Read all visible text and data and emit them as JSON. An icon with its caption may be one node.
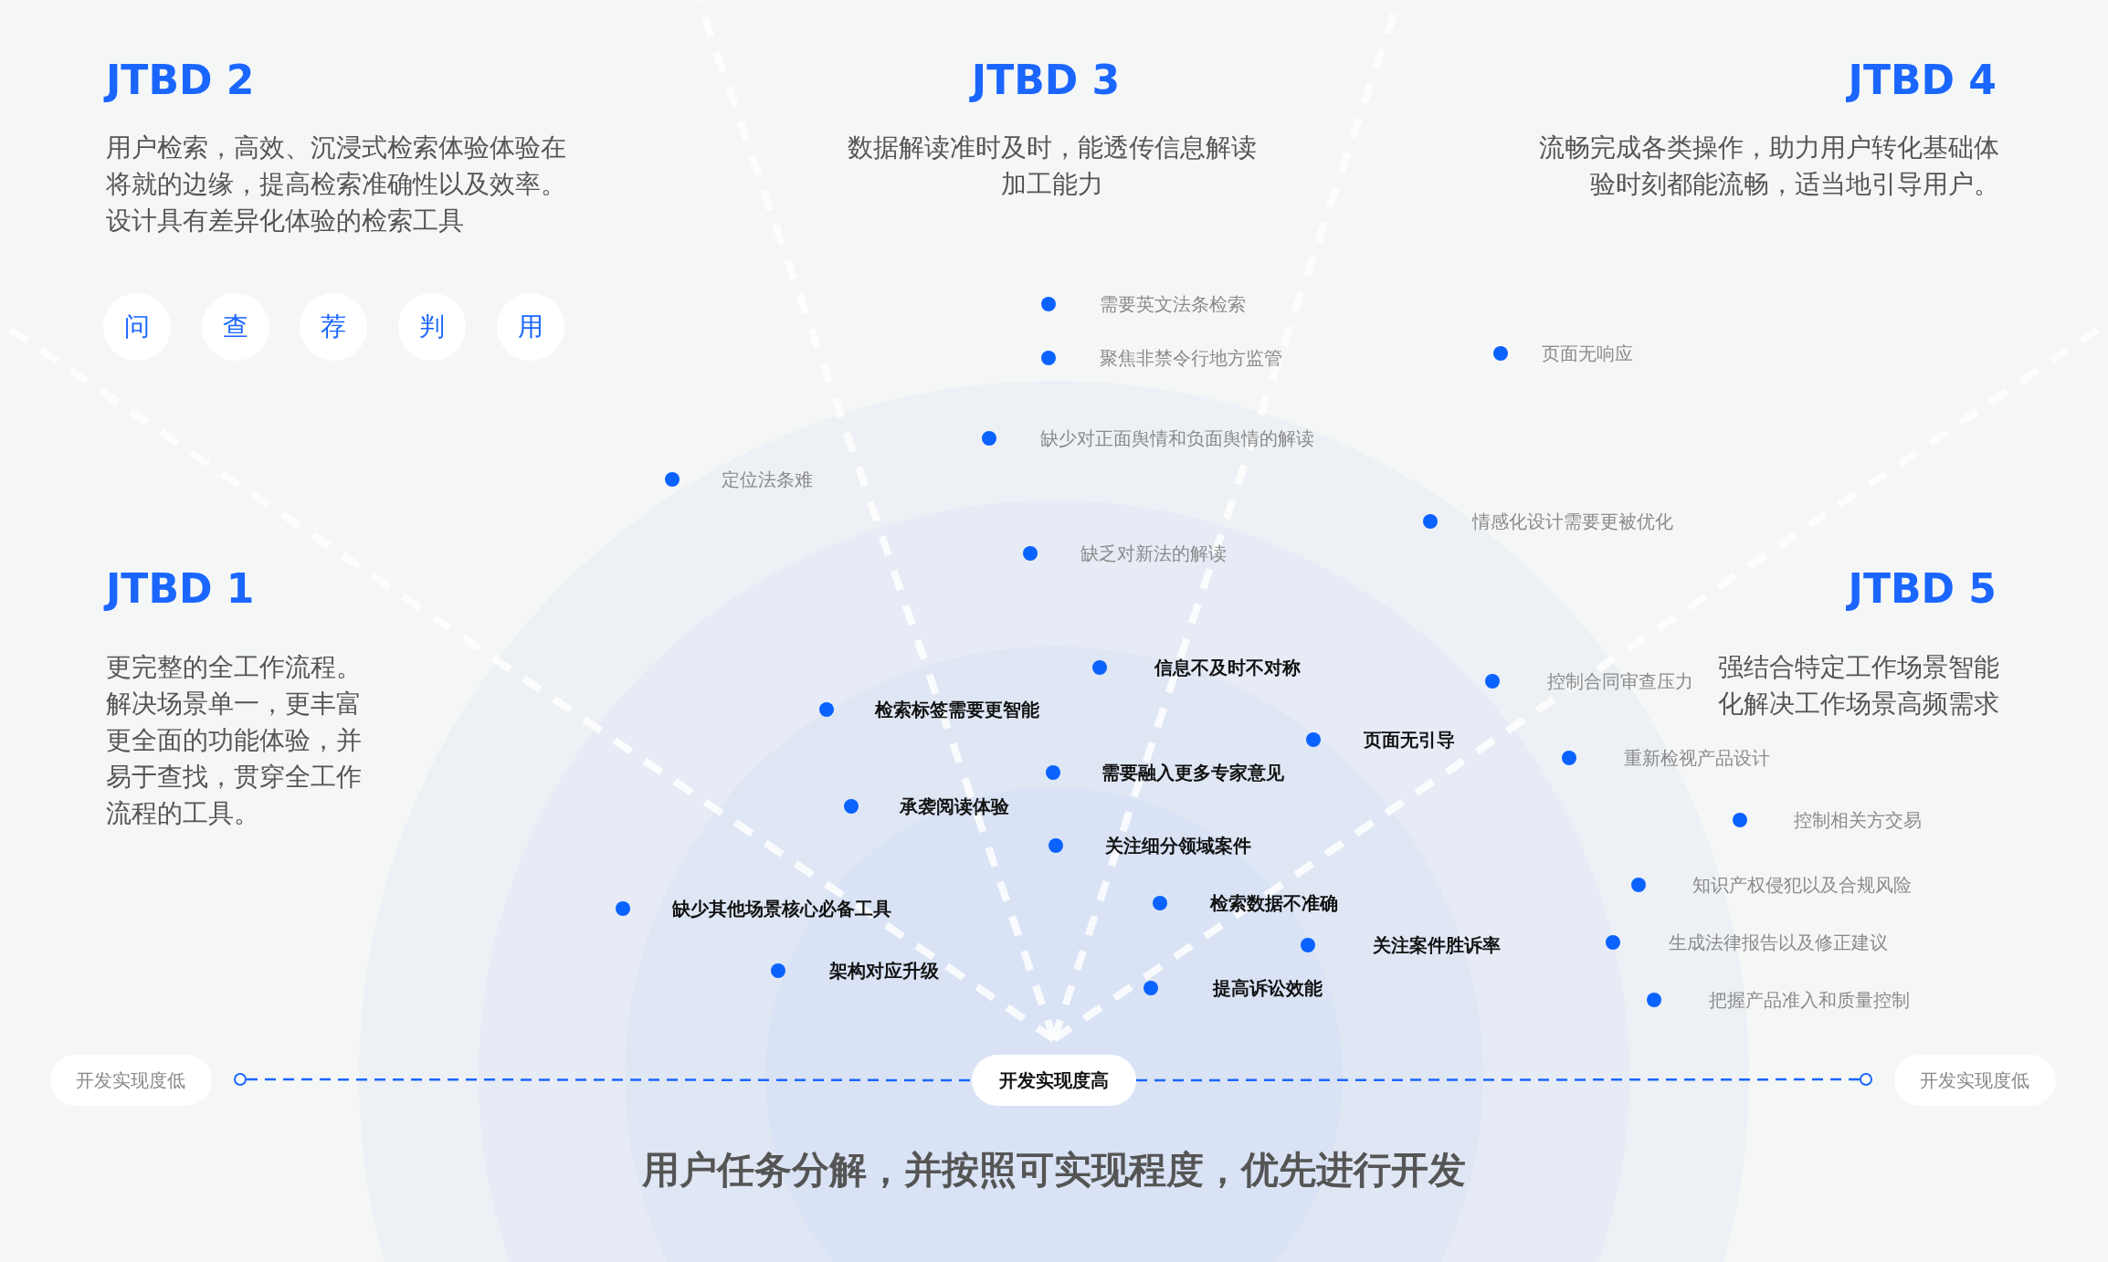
{
  "diagram": {
    "caption": "用户任务分解，并按照可实现程度，优先进行开发",
    "nodes": [
      {
        "text": [
          "问"
        ]
      },
      {
        "text": [
          "查"
        ]
      },
      {
        "text": [
          "荐"
        ]
      },
      {
        "text": [
          "判"
        ]
      },
      {
        "text": [
          "用"
        ]
      },
      {
        "text": [
          "开发实现度低"
        ]
      },
      {
        "text": [],
        "shape": "circle"
      },
      {
        "text": [
          "开发实现度高"
        ]
      },
      {
        "text": [],
        "shape": "circle"
      },
      {
        "text": [
          "开发实现度低"
        ]
      }
    ],
    "edges": [
      {
        "from": 6,
        "to": 7,
        "arrow": "none",
        "style": "dashed"
      },
      {
        "from": 7,
        "to": 8,
        "arrow": "none",
        "style": "dashed"
      }
    ],
    "labels": [
      "JTBD 2",
      "用户检索，高效、沉浸式检索体验体验在将就的边缘，提高检索准确性以及效率。设计具有差异化体验的检索工具",
      "JTBD 3",
      "数据解读准时及时，能透传信息解读加工能力",
      "JTBD 4",
      "流畅完成各类操作，助力用户转化基础体验时刻都能流畅，适当地引导用户。",
      "需要英文法条检索",
      "页面无响应",
      "聚焦非禁令行地方监管",
      "缺少对正面舆情和负面舆情的解读",
      "定位法条难",
      "情感化设计需要更被优化",
      "缺乏对新法的解读",
      "JTBD 1",
      "JTBD 5",
      "更完整的全工作流程。解决场景单一，更丰富更全面的功能体验，并易于查找，贯穿全工作流程的工具。",
      "信息不及时不对称",
      "控制合同审查压力",
      "强结合特定工作场景智能化解决工作场景高频需求",
      "检索标签需要更智能",
      "页面无引导",
      "重新检视产品设计",
      "需要融入更多专家意见",
      "承袭阅读体验",
      "控制相关方交易",
      "关注细分领域案件",
      "知识产权侵犯以及合规风险",
      "检索数据不准确",
      "缺少其他场景核心必备工具",
      "生成法律报告以及修正建议",
      "关注案件胜诉率",
      "架构对应升级",
      "提高诉讼效能",
      "把握产品准入和质量控制"
    ]
  }
}
